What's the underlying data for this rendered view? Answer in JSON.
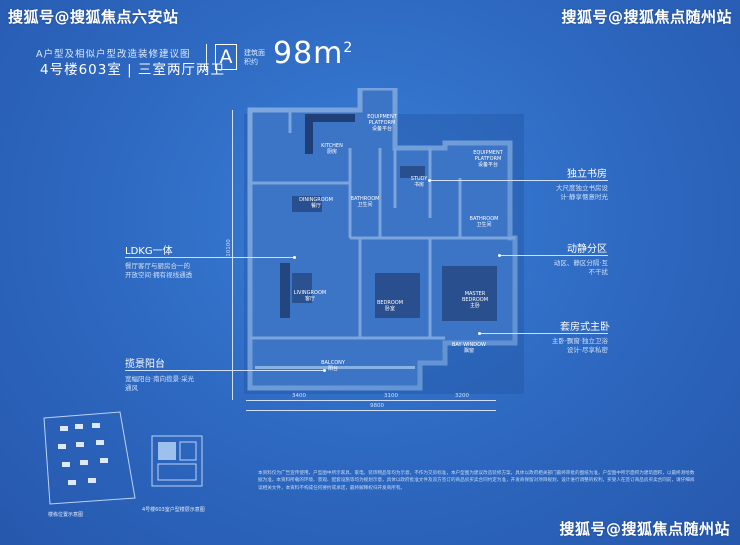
{
  "watermarks": {
    "top_left": "搜狐号@搜狐焦点六安站",
    "top_right": "搜狐号@搜狐焦点随州站",
    "bottom_right": "搜狐号@搜狐焦点随州站"
  },
  "header": {
    "subtitle": "A户型及相似户型改造装修建议图",
    "main": "4号楼603室 | 三室两厅两卫",
    "type_letter": "A",
    "area_label": "建筑面积约",
    "area_value": "98m",
    "area_unit_sup": "2"
  },
  "floorplan": {
    "rooms": {
      "kitchen": "KITCHEN",
      "kitchen_cn": "厨房",
      "equipment1": "EQUIPMENT PLATFORM",
      "equipment1_cn": "设备平台",
      "equipment2": "EQUIPMENT PLATFORM",
      "equipment2_cn": "设备平台",
      "study": "STUDY",
      "study_cn": "书房",
      "bath1": "BATHROOM",
      "bath1_cn": "卫生间",
      "bath2": "BATHROOM",
      "bath2_cn": "卫生间",
      "dining": "DININGROOM",
      "dining_cn": "餐厅",
      "living": "LIVINGROOM",
      "living_cn": "客厅",
      "bedroom": "BEDROOM",
      "bedroom_cn": "卧室",
      "master": "MASTER BEDROOM",
      "master_cn": "主卧",
      "baywindow": "BAY WINDOW",
      "baywindow_cn": "飘窗",
      "balcony": "BALCONY",
      "balcony_cn": "阳台"
    },
    "dims": {
      "d1": "3400",
      "d2": "3100",
      "d3": "3200",
      "total": "9800",
      "height": "10100"
    }
  },
  "annotations": {
    "left": [
      {
        "title": "LDKG一体",
        "desc": "餐厅客厅与厨房合一的开放空间·拥有视线通透"
      },
      {
        "title": "揽景阳台",
        "desc": "宽幅阳台·南向揽景·采光通风"
      }
    ],
    "right": [
      {
        "title": "独立书房",
        "desc": "大尺度独立书房设计·静享惬意时光"
      },
      {
        "title": "动静分区",
        "desc": "动区、静区分隔·互不干扰"
      },
      {
        "title": "套房式主卧",
        "desc": "主卧·飘窗·独立卫浴设计·尽享私密"
      }
    ]
  },
  "key_plan": {
    "label1": "楼栋位置示意图",
    "label2": "4号楼603室户型楼层示意图"
  },
  "footer": "本资料仅为广告宣传使用，户型图中所示家具、家电、装饰物品等均为示意，不作为交房标准，本户型图为建议改造装修方案，具体以政府相关部门最终审批的图纸为准，户型图中所示面积为建筑面积，以最终测绘数据为准。本资料所载的环境、景观、配套设施等均为规划示意，具体以政府批准文件及双方签订的商品房买卖合同约定为准，开发商保留对项目规划、设计进行调整的权利，买受人在签订商品房买卖合同前，请仔细阅读相关文件，本资料不构成任何要约或承诺，最终解释权归开发商所有。"
}
